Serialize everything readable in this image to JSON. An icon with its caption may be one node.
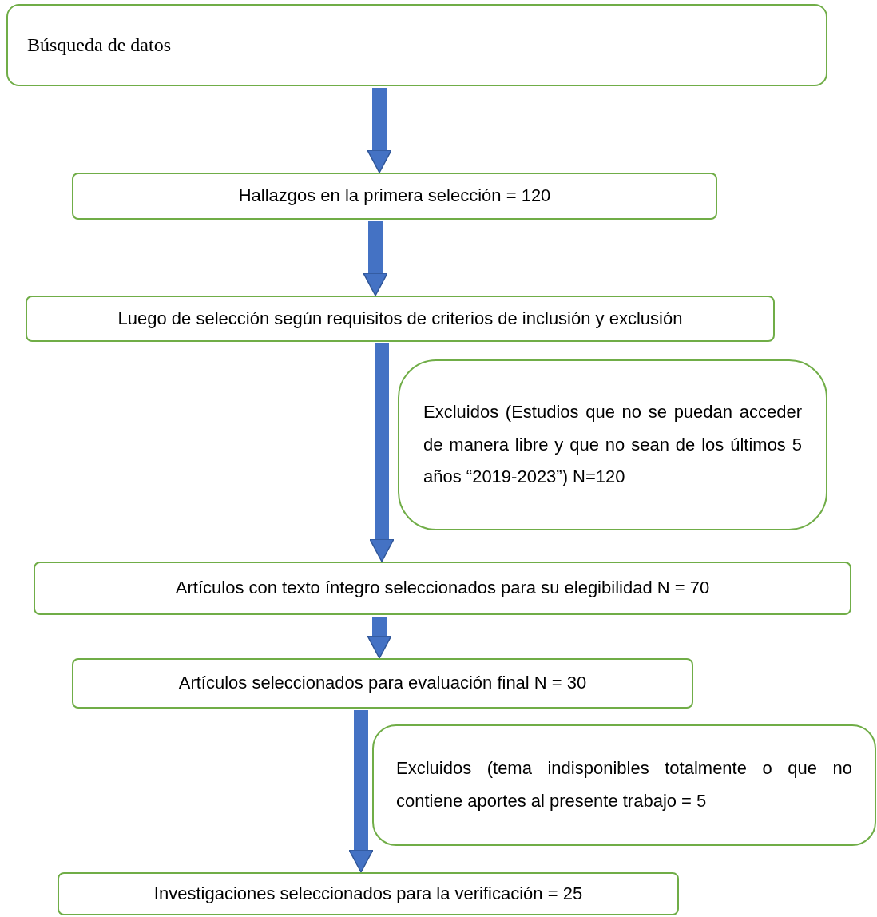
{
  "diagram": {
    "nodes": [
      {
        "text": [
          "Búsqueda de datos"
        ]
      },
      {
        "text": [
          "Hallazgos en la primera selección  = 120"
        ]
      },
      {
        "text": [
          "Luego de selección según requisitos de criterios de inclusión y exclusión"
        ]
      },
      {
        "text": [
          "Excluidos (Estudios que no se puedan acceder de manera libre y que no sean de los últimos 5 años “2019-2023”) N=120"
        ]
      },
      {
        "text": [
          "Artículos con texto íntegro seleccionados para su elegibilidad N = 70"
        ]
      },
      {
        "text": [
          "Artículos seleccionados para evaluación final  N = 30"
        ]
      },
      {
        "text": [
          "Excluidos (tema indisponibles  totalmente  o que no contiene aportes al presente trabajo = 5"
        ]
      },
      {
        "text": [
          "Investigaciones seleccionados para la  verificación = 25"
        ]
      }
    ],
    "edges": [
      {
        "from": 0,
        "to": 1,
        "arrow": "to"
      },
      {
        "from": 1,
        "to": 2,
        "arrow": "to"
      },
      {
        "from": 2,
        "to": 4,
        "arrow": "to"
      },
      {
        "from": 4,
        "to": 5,
        "arrow": "to"
      },
      {
        "from": 5,
        "to": 7,
        "arrow": "to"
      }
    ]
  }
}
